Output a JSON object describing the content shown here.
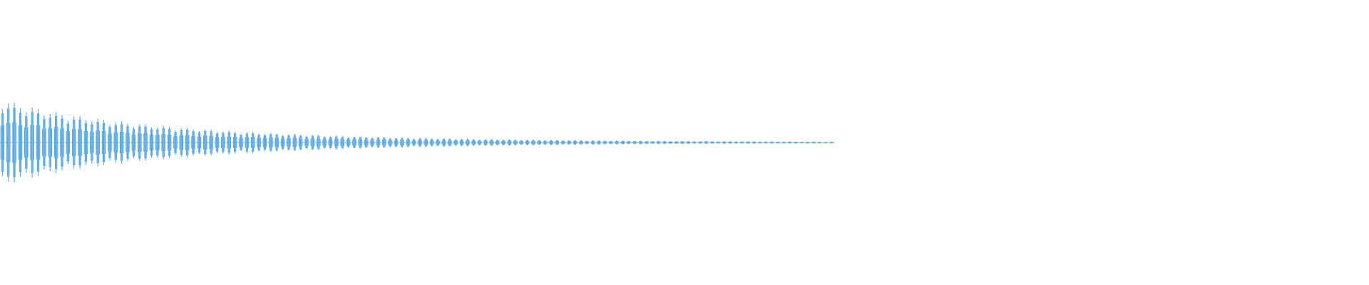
{
  "waveform": {
    "color": "#5aa9e1",
    "background": "#ffffff",
    "description_free": true,
    "envelope": {
      "type": "decay",
      "start_amplitude": 0.28,
      "end_amplitude": 0.004,
      "end_fraction": 0.61,
      "pulse_count": 140
    }
  }
}
